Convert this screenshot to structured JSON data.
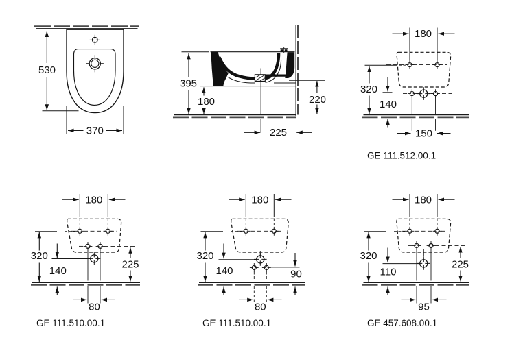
{
  "plan": {
    "depth": "530",
    "width": "370"
  },
  "side": {
    "height": "395",
    "underside_height": "180",
    "rear_height": "220",
    "outlet_to_wall": "225"
  },
  "rear_views": [
    {
      "code": "GE 111.512.00.1",
      "labels": {
        "top_spacing": "180",
        "fixing_height": "320",
        "lower_height": "140",
        "lower_spacing": "150"
      }
    },
    {
      "code": "GE 111.510.00.1",
      "labels": {
        "top_spacing": "180",
        "fixing_height": "320",
        "outlet_height": "140",
        "bolt_height": "225",
        "bolt_spacing": "80"
      }
    },
    {
      "code": "GE 111.510.00.1",
      "labels": {
        "top_spacing": "180",
        "fixing_height": "320",
        "outlet_height": "140",
        "lower_height": "90",
        "lower_spacing": "80"
      }
    },
    {
      "code": "GE 457.608.00.1",
      "labels": {
        "top_spacing": "180",
        "fixing_height": "320",
        "outlet_height": "110",
        "bolt_height": "225",
        "bolt_spacing": "95"
      }
    }
  ]
}
